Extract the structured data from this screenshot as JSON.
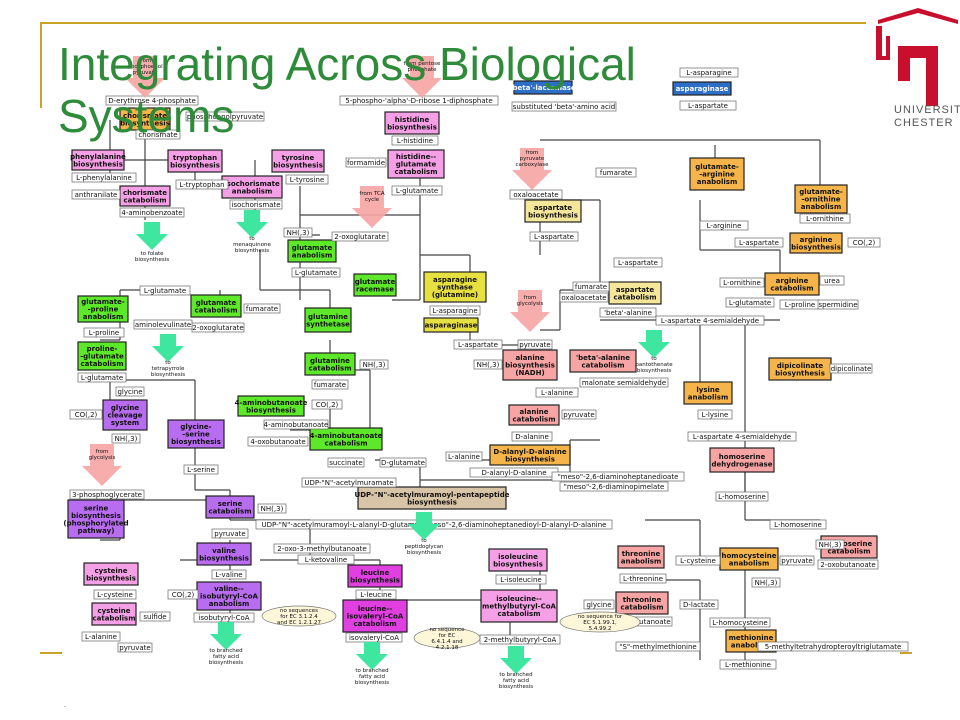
{
  "slide": {
    "title": "Integrating Across Biological Systems",
    "logo_text_1": "UNIVERSITY",
    "logo_text_2": "CHESTER",
    "footnote": "."
  },
  "colors": {
    "title": "#2e8b3a",
    "frame": "#c9a227",
    "purple": "#b86cf0",
    "pink": "#f5a0e6",
    "magenta": "#e040e0",
    "green": "#5ee82a",
    "yellow": "#f5e79a",
    "olive": "#e6e040",
    "orange": "#f5b54a",
    "salmon": "#f7a4a4",
    "blue": "#2d6fc8",
    "tan": "#d8c4a6"
  },
  "nodes": {
    "chorismate_biosynthesis": "chorismate biosynthesis",
    "phenylalanine_biosynthesis": "phenylalanine biosynthesis",
    "tryptophan_biosynthesis": "tryptophan biosynthesis",
    "tyrosine_biosynthesis": "tyrosine biosynthesis",
    "chorismate_catabolism": "chorismate catabolism",
    "isochorismate_anabolism": "isochorismate anabolism",
    "histidine_biosynthesis": "histidine biosynthesis",
    "histidine_glutamate_catabolism": "histidine-- glutamate catabolism",
    "beta_lactamase": "'beta'-lactamase",
    "asparaginase_top": "asparaginase",
    "glutamate_arginine_anabolism": "glutamate- -arginine anabolism",
    "glutamate_ornithine_anabolism": "glutamate- -ornithine anabolism",
    "arginine_biosynthesis": "arginine biosynthesis",
    "arginine_catabolism": "arginine catabolism",
    "aspartate_biosynthesis": "aspartate biosynthesis",
    "asparagine_synthase": "asparagine synthase (glutamine)",
    "asparaginase_mid": "asparaginase",
    "aspartate_catabolism": "aspartate catabolism",
    "glutamate_anabolism": "glutamate anabolism",
    "glutamate_racemase": "glutamate racemase",
    "glutamate_proline_anabolism": "glutamate- -proline anabolism",
    "glutamate_catabolism": "glutamate catabolism",
    "glutamine_synthetase": "glutamine synthetase",
    "proline_glutamate_catabolism": "proline- -glutamate catabolism",
    "glutamine_catabolism": "glutamine catabolism",
    "aminobutanoate_biosynthesis": "4-aminobutanoate biosynthesis",
    "aminobutanoate_catabolism": "4-aminobutanoate catabolism",
    "alanine_biosynthesis": "alanine biosynthesis (NADH)",
    "beta_alanine_catabolism": "'beta'-alanine catabolism",
    "alanine_catabolism": "alanine catabolism",
    "d_alanyl_biosynthesis": "D-alanyl-D-alanine biosynthesis",
    "dipicolinate_biosynthesis": "dipicolinate biosynthesis",
    "lysine_anabolism": "lysine anabolism",
    "homoserine_dehydrogenase": "homoserine dehydrogenase",
    "glycine_cleavage": "glycine cleavage system",
    "glycine_serine_biosynthesis": "glycine- -serine biosynthesis",
    "udp_pentapeptide": "UDP-\"N\"-acetylmuramoyl-pentapeptide biosynthesis",
    "serine_catabolism": "serine catabolism",
    "serine_biosynthesis": "serine biosynthesis (phosphorylated pathway)",
    "valine_biosynthesis": "valine biosynthesis",
    "cysteine_biosynthesis": "cysteine biosynthesis",
    "valine_isobutyryl": "valine-- isobutyryl-CoA anabolism",
    "cysteine_catabolism": "cysteine catabolism",
    "leucine_biosynthesis": "leucine biosynthesis",
    "leucine_isovaleryl": "leucine-- isovaleryl-CoA catabolism",
    "isoleucine_biosynthesis": "isoleucine biosynthesis",
    "isoleucine_methylbutyryl": "isoleucine-- methylbutyryl-CoA catabolism",
    "threonine_anabolism": "threonine anabolism",
    "threonine_catabolism": "threonine catabolism",
    "homocysteine_anabolism": "homocysteine anabolism",
    "homoserine_catabolism": "homoserine catabolism",
    "methionine_anabolism": "methionine anabolism"
  },
  "metabolites": {
    "d_erythrose": "D-erythrose 4-phosphate",
    "phosphoenolpyruvate": "phosphoenolpyruvate",
    "chorismate": "chorismate",
    "l_phenylalanine": "L-phenylalanine",
    "l_tryptophan": "L-tryptophan",
    "l_tyrosine": "L-tyrosine",
    "anthranilate": "anthranilate",
    "aminobenzoate": "4-aminobenzoate",
    "isochorismate": "isochorismate",
    "phosphoribose": "5-phospho-'alpha'-D-ribose 1-diphosphate",
    "l_histidine": "L-histidine",
    "formamide": "formamide",
    "l_glutamate": "L-glutamate",
    "substituted_beta": "substituted 'beta'-amino acid",
    "l_asparagine": "L-asparagine",
    "l_aspartate": "L-aspartate",
    "fumarate": "fumarate",
    "oxaloacetate": "oxaloacetate",
    "l_ornithine": "L-ornithine",
    "l_arginine": "L-arginine",
    "co2": "CO(,2)",
    "urea": "urea",
    "l_proline": "L-proline",
    "spermidine": "spermidine",
    "oxoglutarate": "2-oxoglutarate",
    "nh3": "NH(,3)",
    "aminolevulinate": "aminolevulinate",
    "beta_alanine": "'beta'-alanine",
    "aspartate_semialdehyde": "L-aspartate 4-semialdehyde",
    "pyruvate": "pyruvate",
    "malonate": "malonate semialdehyde",
    "dipicolinate": "dipicolinate",
    "glycine": "glycine",
    "l_alanine": "L-alanine",
    "d_alanine": "D-alanine",
    "l_lysine": "L-lysine",
    "aminobutanoate": "4-aminobutanoate",
    "oxobutanoate": "4-oxobutanoate",
    "succinate": "succinate",
    "d_glutamate": "D-glutamate",
    "d_alanyl": "D-alanyl-D-alanine",
    "l_serine": "L-serine",
    "udp_acetylmuramate": "UDP-\"N\"-acetylmuramate",
    "meso_dap1": "\"meso\"-2,6-diaminoheptanedioate",
    "meso_dap2": "\"meso\"-2,6-diaminopimelate",
    "l_homoserine": "L-homoserine",
    "phosphoglycerate": "3-phosphoglycerate",
    "udp_long": "UDP-\"N\"-acetylmuramoyl-L-alanyl-D-glutamyl-\"meso\"-2,6-diaminoheptanedioyl-D-alanyl-D-alanine",
    "oxo_methylbutanoate": "2-oxo-3-methylbutanoate",
    "l_ketovaline": "L-ketovaline",
    "l_valine": "L-valine",
    "l_leucine": "L-leucine",
    "l_isoleucine": "L-isoleucine",
    "l_cysteine": "L-cysteine",
    "sulfide": "sulfide",
    "isobutyryl_coa": "isobutyryl-CoA",
    "isovaleryl_coa": "isovaleryl-CoA",
    "methylbutyryl_coa": "2-methylbutyryl-CoA",
    "l_threonine": "L-threonine",
    "d_lactate": "D-lactate",
    "oxobutanoate2": "2-oxobutanoate",
    "l_homocysteine": "L-homocysteine",
    "s_methylmethionine": "\"S\"-methylmethionine",
    "methyltetrahydro": "5-methyltetrahydropteroyltriglutamate",
    "l_methionine": "L-methionine"
  },
  "annotations": {
    "from_phosphoenolpyruvate": "from phosphoenol pyruvate",
    "from_pentose": "from pentose phosphate",
    "from_pyruvate_carboxylase": "from pyruvate carboxylase",
    "from_tca": "from TCA cycle",
    "from_glycolysis_1": "from glycolysis",
    "from_glycolysis_2": "from glycolysis",
    "to_folate_1": "to folate biosynthesis",
    "to_menaquinone": "to menaquinone biosynthesis",
    "to_tetrapyrrole": "to tetrapyrrole biosynthesis",
    "to_pantothenate": "to pantothenate biosynthesis",
    "to_peptidoglycan": "to peptidoglycan biosynthesis",
    "to_branched_1": "to branched fatty acid biosynthesis",
    "to_branched_2": "to branched fatty acid biosynthesis",
    "to_branched_3": "to branched fatty acid biosynthesis",
    "no_seq_1": "no sequences for EC 3.1.2.4 and EC 1.2.1.27",
    "no_seq_2": "no sequence for EC 6.4.1.4 and 4.2.1.18",
    "no_seq_3": "no sequence for EC 5.1.99.1, 5.4.99.2"
  }
}
